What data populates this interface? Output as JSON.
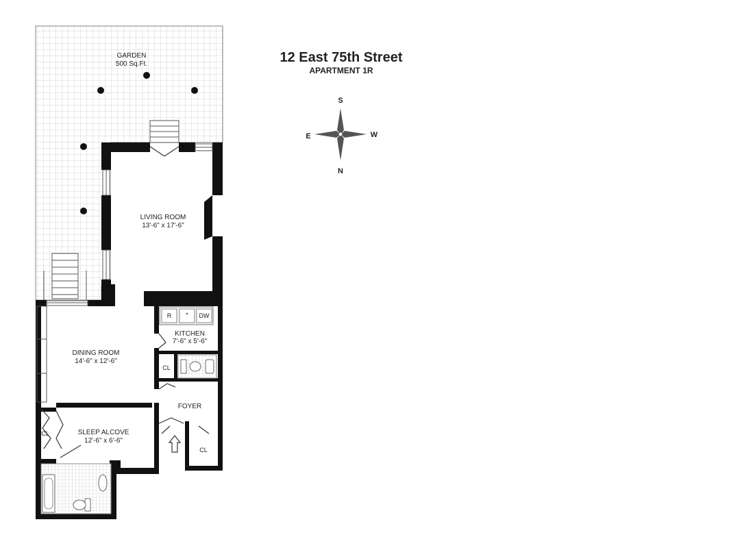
{
  "title": "12 East 75th Street",
  "subtitle": "APARTMENT 1R",
  "compass": {
    "top": "S",
    "bottom": "N",
    "left": "E",
    "right": "W"
  },
  "rooms": {
    "garden": {
      "name": "GARDEN",
      "dims": "500 Sq.Ft."
    },
    "living_room": {
      "name": "LIVING ROOM",
      "dims": "13'-6\" x 17'-6\""
    },
    "dining_room": {
      "name": "DINING ROOM",
      "dims": "14'-6\" x 12'-6\""
    },
    "kitchen": {
      "name": "KITCHEN",
      "dims": "7'-6\" x 5'-6\""
    },
    "foyer": {
      "name": "FOYER"
    },
    "sleep_alcove": {
      "name": "SLEEP ALCOVE",
      "dims": "12'-6\" x 6'-6\""
    }
  },
  "closet_label": "CL",
  "appliances": {
    "refrigerator": "R",
    "dishwasher": "DW"
  },
  "colors": {
    "wall": "#111111",
    "grid": "#c8c8c8",
    "paper": "#ffffff",
    "compass": "#555555"
  }
}
